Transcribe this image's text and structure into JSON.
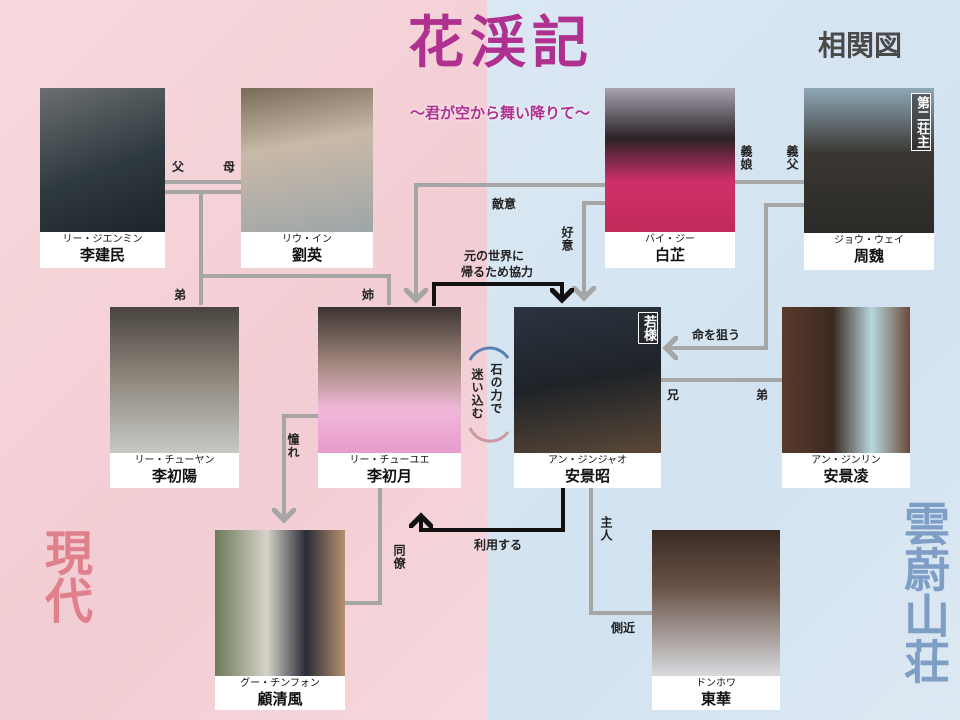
{
  "header": {
    "title": "花渓記",
    "subtitle": "〜君が空から舞い降りて〜",
    "chart_label": "相関図"
  },
  "regions": {
    "left": "現代",
    "right": "雲蔚山荘"
  },
  "characters": {
    "li_jianmin": {
      "kana": "リー・ジエンミン",
      "name": "李建民"
    },
    "liu_ying": {
      "kana": "リウ・イン",
      "name": "劉英"
    },
    "bai_zhi": {
      "kana": "バイ・ジー",
      "name": "白芷"
    },
    "zhou_wei": {
      "kana": "ジョウ・ウェイ",
      "name": "周魏",
      "badge": "第二荘主"
    },
    "li_chuyang": {
      "kana": "リー・チューヤン",
      "name": "李初陽"
    },
    "li_chuyue": {
      "kana": "リー・チューユエ",
      "name": "李初月"
    },
    "an_jingzhao": {
      "kana": "アン・ジンジャオ",
      "name": "安景昭",
      "badge": "若様"
    },
    "an_jingling": {
      "kana": "アン・ジンリン",
      "name": "安景凌"
    },
    "gu_qingfeng": {
      "kana": "グー・チンフォン",
      "name": "顧清風"
    },
    "dong_hua": {
      "kana": "ドンホワ",
      "name": "東華"
    }
  },
  "relations": {
    "father": "父",
    "mother": "母",
    "younger_brother": "弟",
    "older_sister": "姉",
    "hostility": "敵意",
    "affection": "好意",
    "cooperate": "元の世界に 帰るため協力",
    "cooperate_l1": "元の世界に",
    "cooperate_l2": "帰るため協力",
    "adopted_daughter": "義娘",
    "adopted_father": "義父",
    "target_life": "命を狙う",
    "elder_brother": "兄",
    "younger_brother2": "弟",
    "stone_l1": "石の力で",
    "stone_l2": "迷い込む",
    "admire": "憧れ",
    "colleague": "同僚",
    "use": "利用する",
    "master": "主人",
    "aide": "側近"
  },
  "colors": {
    "line": "#a6a6a6",
    "strong_line": "#111111",
    "pink": "#f4d3d8",
    "blue": "#d6e6f2",
    "title": "#b0308f"
  }
}
